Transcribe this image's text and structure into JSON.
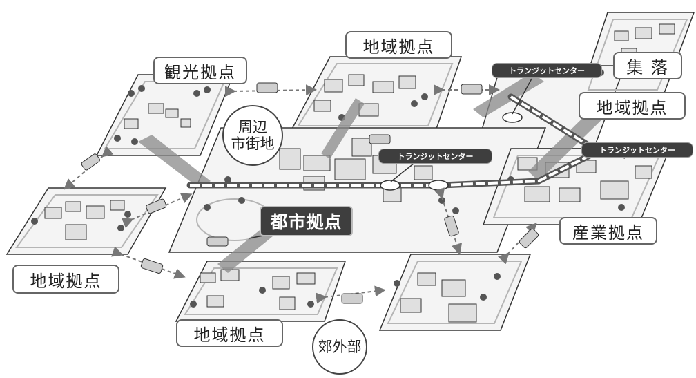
{
  "labels": {
    "kanko_kyoten": "観光拠点",
    "chiiki_kyoten_top": "地域拠点",
    "shuraku": "集 落",
    "chiiki_kyoten_right": "地域拠点",
    "shuhen_line1": "周辺",
    "shuhen_line2": "市街地",
    "toshi_kyoten": "都市拠点",
    "sangyo_kyoten": "産業拠点",
    "chiiki_kyoten_left": "地域拠点",
    "chiiki_kyoten_bottom": "地域拠点",
    "kogaibu": "郊外部",
    "transit_top": "トランジットセンター",
    "transit_right": "トランジットセンター",
    "transit_center": "トランジットセンター"
  },
  "colors": {
    "line": "#333333",
    "dark_label": "#3e3e3e",
    "district_fill": "#f4f4f4",
    "road": "#b5b5b5",
    "trunk_arrow": "#8a8a8a"
  }
}
